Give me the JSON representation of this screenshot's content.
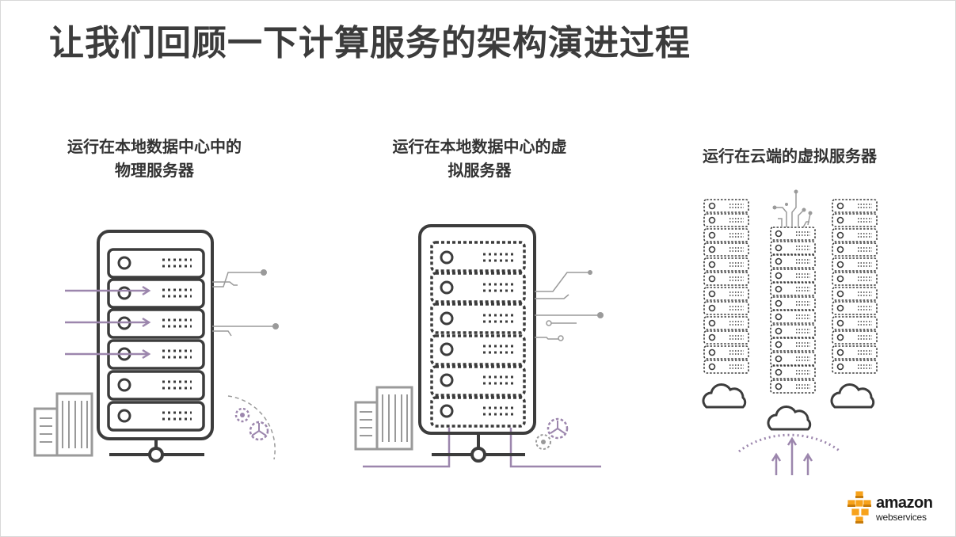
{
  "slide": {
    "title": "让我们回顾一下计算服务的架构演进过程"
  },
  "sections": [
    {
      "caption_line1": "运行在本地数据中心中的",
      "caption_line2": "物理服务器",
      "icon": "physical-server-illustration"
    },
    {
      "caption_line1": "运行在本地数据中心的虚",
      "caption_line2": "拟服务器",
      "icon": "virtual-server-illustration"
    },
    {
      "caption_line1": "运行在云端的虚拟服务器",
      "caption_line2": "",
      "icon": "cloud-server-illustration"
    }
  ],
  "logo": {
    "word": "amazon",
    "sub": "webservices",
    "icon": "aws-cubes-icon"
  },
  "colors": {
    "accent": "#9c86ad",
    "line": "#3c3c3c",
    "gray": "#9a9a9a",
    "logo_orange": "#f7a21b"
  }
}
